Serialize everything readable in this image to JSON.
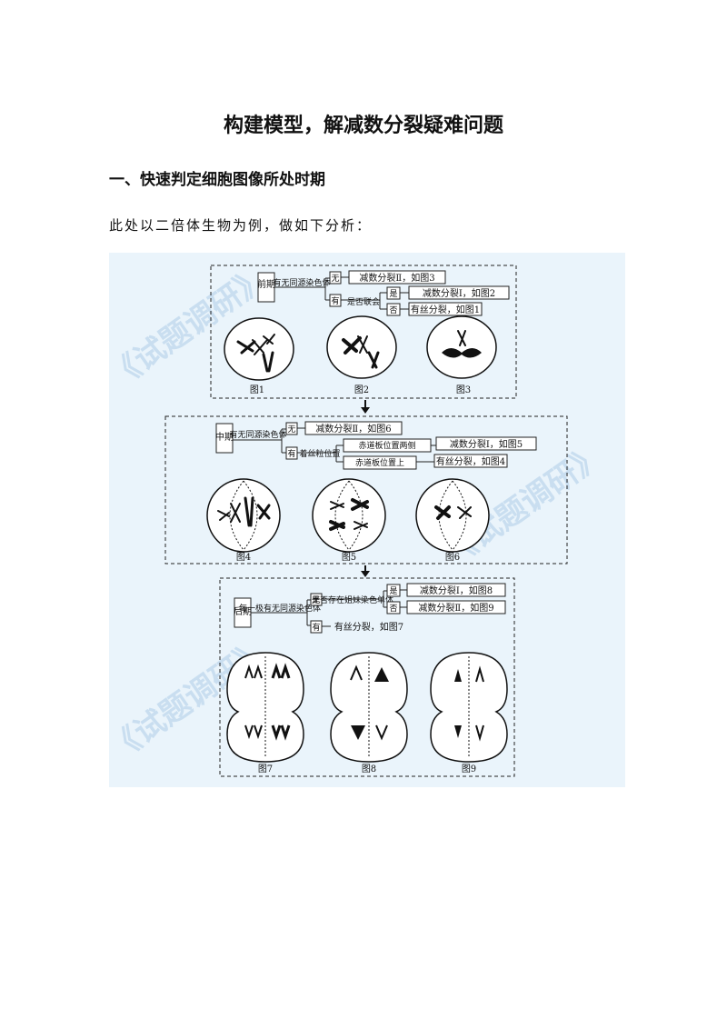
{
  "title": "构建模型，解减数分裂疑难问题",
  "section_heading": "一、快速判定细胞图像所处时期",
  "intro_text": "此处以二倍体生物为例，做如下分析：",
  "watermark": "《试题调研》",
  "diagram": {
    "prophase": {
      "phase": "前期",
      "question": "有无同源染色体",
      "no": "无",
      "no_result": "减数分裂Ⅱ，如图3",
      "yes": "有",
      "synapsis_q": "是否联会",
      "synapsis_yes": "是",
      "synapsis_yes_result": "减数分裂Ⅰ，如图2",
      "synapsis_no": "否",
      "synapsis_no_result": "有丝分裂，如图1",
      "figures": [
        "图1",
        "图2",
        "图3"
      ]
    },
    "metaphase": {
      "phase": "中期",
      "question": "有无同源染色体",
      "no": "无",
      "no_result": "减数分裂Ⅱ，如图6",
      "yes": "有",
      "position_q": "着丝粒位置",
      "pos_a": "赤道板位置两侧",
      "pos_a_result": "减数分裂Ⅰ，如图5",
      "pos_b": "赤道板位置上",
      "pos_b_result": "有丝分裂，如图4",
      "figures": [
        "图4",
        "图5",
        "图6"
      ]
    },
    "anaphase": {
      "phase": "后期",
      "question": "每一极有无同源染色体",
      "no": "无",
      "sister_q": "是否存在姐妹染色单体",
      "sister_yes": "是",
      "sister_yes_result": "减数分裂Ⅰ，如图8",
      "sister_no": "否",
      "sister_no_result": "减数分裂Ⅱ，如图9",
      "yes": "有",
      "yes_result": "有丝分裂，如图7",
      "figures": [
        "图7",
        "图8",
        "图9"
      ]
    }
  }
}
